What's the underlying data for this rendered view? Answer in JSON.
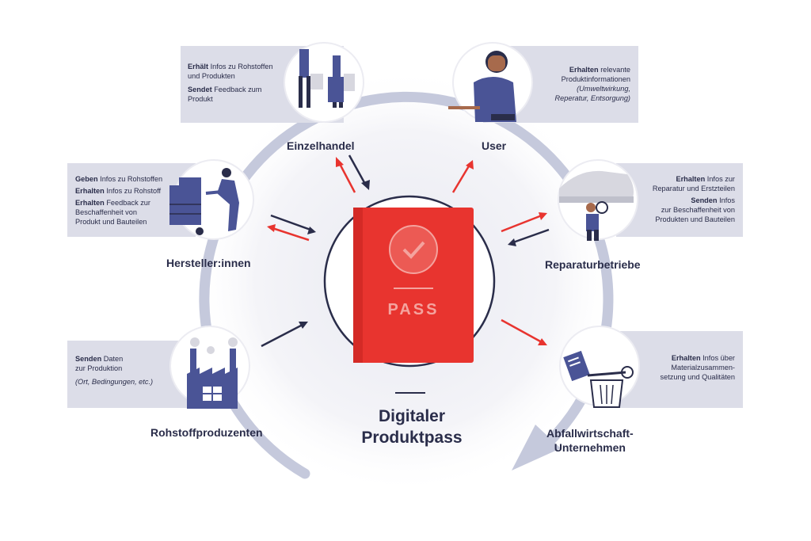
{
  "colors": {
    "navy": "#2a2d4a",
    "red": "#e8342f",
    "box": "#dcdde8",
    "ring": "#c5c9dc",
    "blue": "#4a5496"
  },
  "center": {
    "title_line1": "Digitaler",
    "title_line2": "Produktpass",
    "pass_label": "PASS"
  },
  "nodes": {
    "einzelhandel": {
      "title": "Einzelhandel",
      "icon": "shopping-people-icon",
      "box": {
        "l1_bold": "Erhält",
        "l1_rest": " Infos zu Rohstoffen",
        "l2": "und Produkten",
        "l3_bold": "Sendet",
        "l3_rest": " Feedback zum",
        "l4": "Produkt"
      }
    },
    "user": {
      "title": "User",
      "icon": "user-person-icon",
      "box": {
        "l1_bold": "Erhalten",
        "l1_rest": " relevante",
        "l2": "Produktinformationen",
        "l3": "(Umweltwirkung,",
        "l4": "Reperatur, Entsorgung)"
      }
    },
    "hersteller": {
      "title": "Hersteller:innen",
      "icon": "worker-handtruck-icon",
      "box": {
        "l1_bold": "Geben",
        "l1_rest": " Infos zu Rohstoffen",
        "l2_bold": "Erhalten",
        "l2_rest": " Infos zu Rohstoff",
        "l3_bold": "Erhalten",
        "l3_rest": " Feedback zur",
        "l4": "Beschaffenheit von",
        "l5": "Produkt und Bauteilen"
      }
    },
    "reparatur": {
      "title": "Reparaturbetriebe",
      "icon": "car-mechanic-icon",
      "box": {
        "l1_bold": "Erhalten",
        "l1_rest": " Infos zur",
        "l2": "Reparatur und Erstzteilen",
        "l3_bold": "Senden",
        "l3_rest": " Infos",
        "l4": "zur Beschaffenheit von",
        "l5": "Produkten  und Bauteilen"
      }
    },
    "rohstoff": {
      "title": "Rohstoffproduzenten",
      "icon": "factory-icon",
      "box": {
        "l1_bold": "Senden",
        "l1_rest": " Daten",
        "l2": "zur Produktion",
        "l3": "(Ort, Bedingungen, etc.)"
      }
    },
    "abfall": {
      "title_line1": "Abfallwirtschaft-",
      "title_line2": "Unternehmen",
      "icon": "waste-bin-icon",
      "box": {
        "l1_bold": "Erhalten",
        "l1_rest": " Infos über",
        "l2": "Materialzusammen-",
        "l3": "setzung und Qualitäten"
      }
    }
  }
}
